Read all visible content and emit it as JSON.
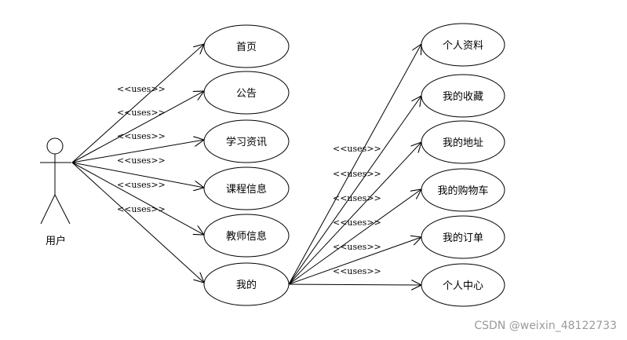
{
  "actor": {
    "label": "用户"
  },
  "hub": {
    "label": "我的"
  },
  "left_use_cases": [
    {
      "label": "首页"
    },
    {
      "label": "公告"
    },
    {
      "label": "学习资讯"
    },
    {
      "label": "课程信息"
    },
    {
      "label": "教师信息"
    }
  ],
  "right_use_cases": [
    {
      "label": "个人资料"
    },
    {
      "label": "我的收藏"
    },
    {
      "label": "我的地址"
    },
    {
      "label": "我的购物车"
    },
    {
      "label": "我的订单"
    },
    {
      "label": "个人中心"
    }
  ],
  "stereotype": "<<uses>>",
  "watermark": "CSDN @weixin_48122733"
}
